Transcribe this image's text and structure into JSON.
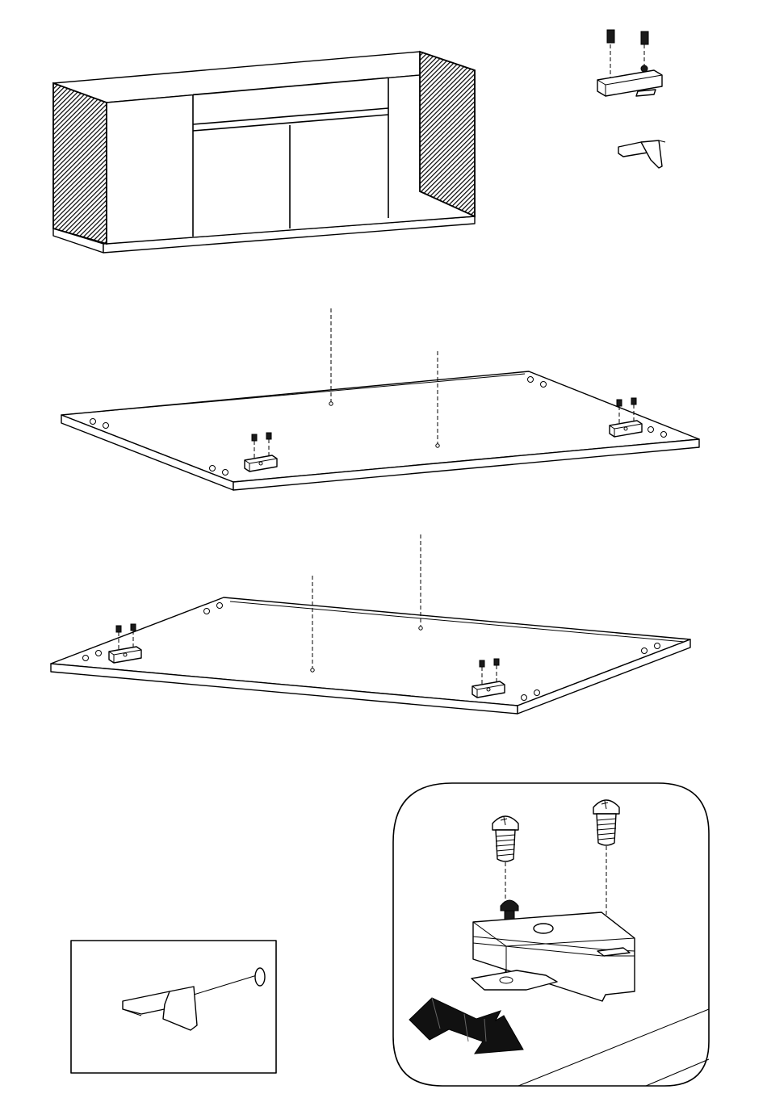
{
  "document": {
    "type": "assembly-instructions",
    "text_labels": []
  },
  "figures": {
    "cabinet": {
      "doors": 4,
      "drawers": 1,
      "hatched_side_panels": 2
    },
    "bracket_with_screws": {
      "screws": 2,
      "small_screw": 1
    },
    "shelf_support": {
      "count": 1
    },
    "top_board": {
      "brackets": 2,
      "screw_holes": 2
    },
    "bottom_board": {
      "brackets": 2,
      "screw_holes": 2
    },
    "detail_shelf_support": {
      "frame": "square"
    },
    "detail_bracket": {
      "frame": "rounded",
      "arrow": "diagonal-down-right"
    }
  },
  "colors": {
    "line": "#000000",
    "background": "#ffffff",
    "fill": "#d9d9d9",
    "hatch": "#1a1a1a"
  }
}
